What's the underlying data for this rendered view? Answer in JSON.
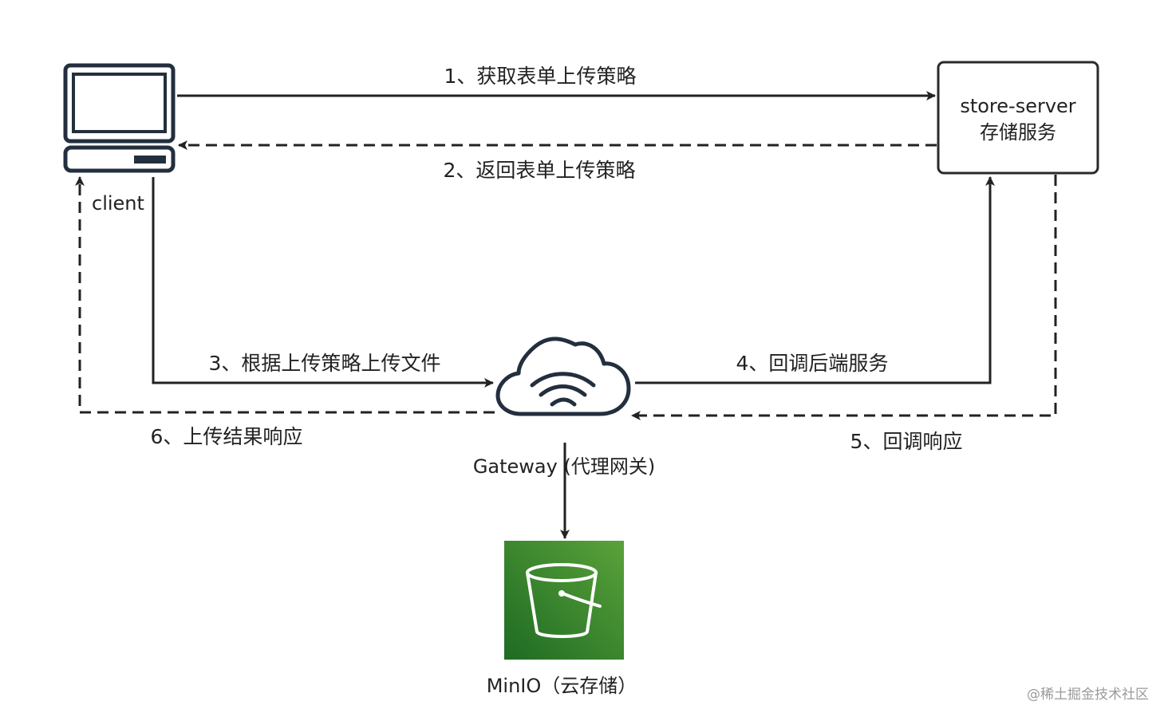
{
  "nodes": {
    "client": {
      "label": "client",
      "icon": "laptop-icon"
    },
    "store_server": {
      "line1": "store-server",
      "line2": "存储服务"
    },
    "gateway": {
      "label": "Gateway (代理网关)",
      "icon": "cloud-wifi-icon"
    },
    "minio": {
      "label": "MinIO（云存储）",
      "icon": "bucket-icon",
      "color": "#3f8f2f"
    }
  },
  "steps": [
    {
      "label": "1、获取表单上传策略",
      "style": "solid"
    },
    {
      "label": "2、返回表单上传策略",
      "style": "dashed"
    },
    {
      "label": "3、根据上传策略上传文件",
      "style": "solid"
    },
    {
      "label": "4、回调后端服务",
      "style": "solid"
    },
    {
      "label": "5、回调响应",
      "style": "dashed"
    },
    {
      "label": "6、上传结果响应",
      "style": "dashed"
    }
  ],
  "colors": {
    "line": "#222222",
    "box_border": "#2a2a2a",
    "icon_dark": "#232f3e"
  },
  "watermark": "@稀土掘金技术社区"
}
